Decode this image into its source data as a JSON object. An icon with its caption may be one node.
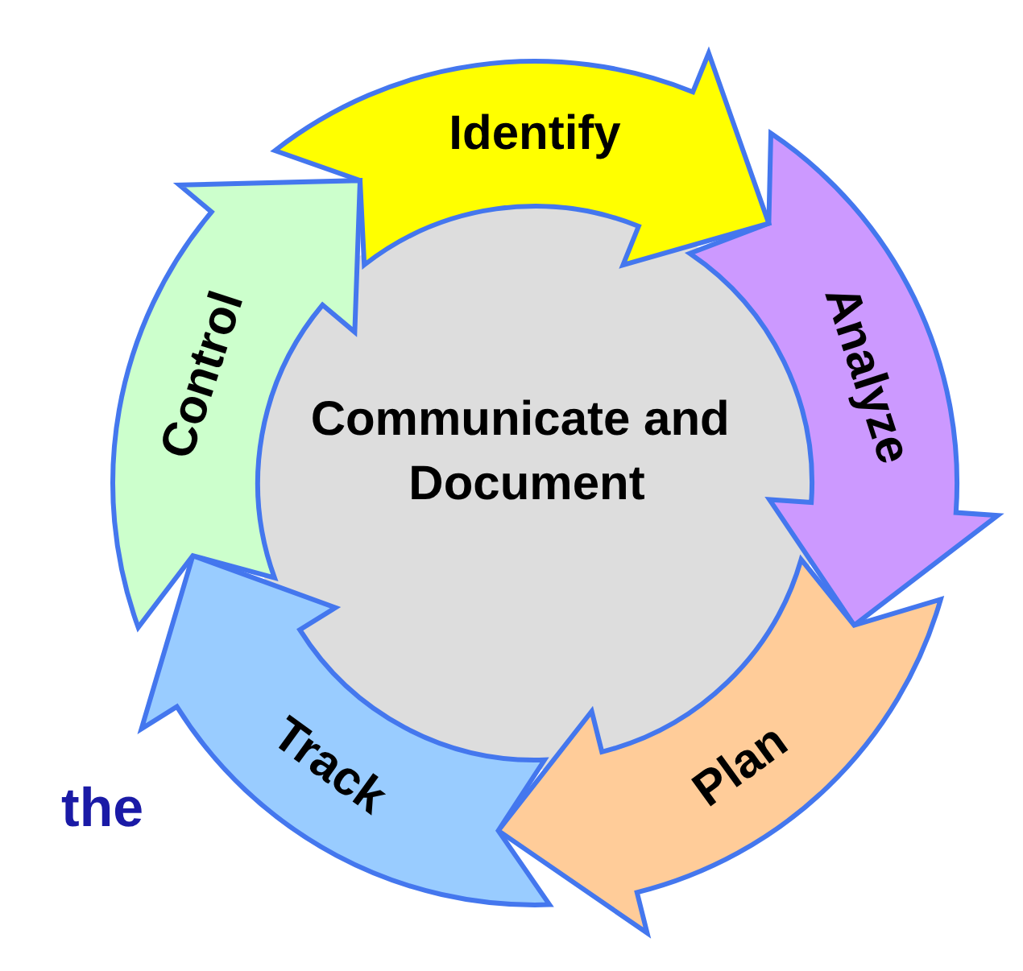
{
  "diagram": {
    "nodes": [
      {
        "text": [
          "Identify"
        ]
      },
      {
        "text": [
          "Analyze"
        ]
      },
      {
        "text": [
          "Plan"
        ]
      },
      {
        "text": [
          "Track"
        ]
      },
      {
        "text": [
          "Control"
        ]
      },
      {
        "text": [
          "Communicate and Document"
        ]
      }
    ],
    "labels": [
      "the"
    ]
  }
}
